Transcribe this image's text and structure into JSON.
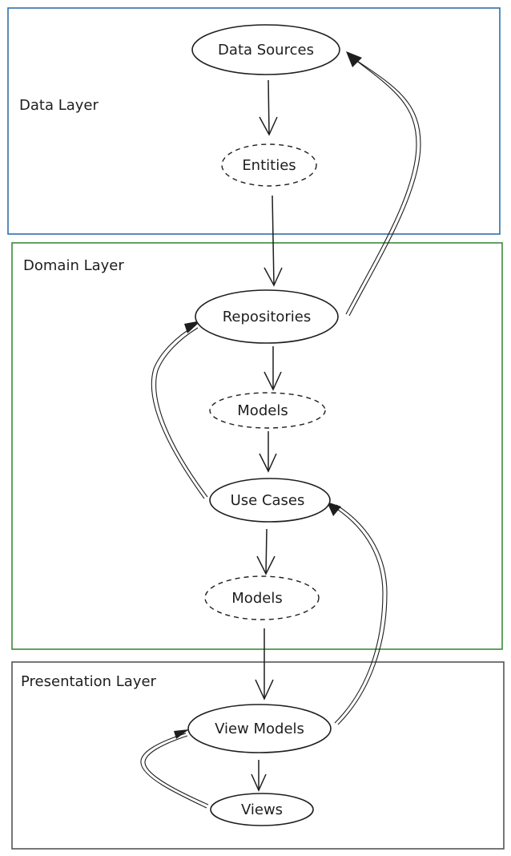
{
  "layers": [
    {
      "name": "Data Layer",
      "color": "#2f6fa8"
    },
    {
      "name": "Domain Layer",
      "color": "#3a8a3a"
    },
    {
      "name": "Presentation Layer",
      "color": "#555555"
    }
  ],
  "nodes": {
    "data_sources": "Data Sources",
    "entities": "Entities",
    "repositories": "Repositories",
    "models_domain": "Models",
    "use_cases": "Use Cases",
    "models_use_case": "Models",
    "view_models": "View Models",
    "views": "Views"
  },
  "edges": [
    {
      "from": "data_sources",
      "to": "entities"
    },
    {
      "from": "entities",
      "to": "repositories"
    },
    {
      "from": "repositories",
      "to": "models_domain"
    },
    {
      "from": "models_domain",
      "to": "use_cases"
    },
    {
      "from": "use_cases",
      "to": "models_use_case"
    },
    {
      "from": "models_use_case",
      "to": "view_models"
    },
    {
      "from": "view_models",
      "to": "views"
    },
    {
      "from": "repositories",
      "to": "data_sources"
    },
    {
      "from": "use_cases",
      "to": "repositories"
    },
    {
      "from": "view_models",
      "to": "use_cases"
    },
    {
      "from": "views",
      "to": "view_models"
    }
  ]
}
